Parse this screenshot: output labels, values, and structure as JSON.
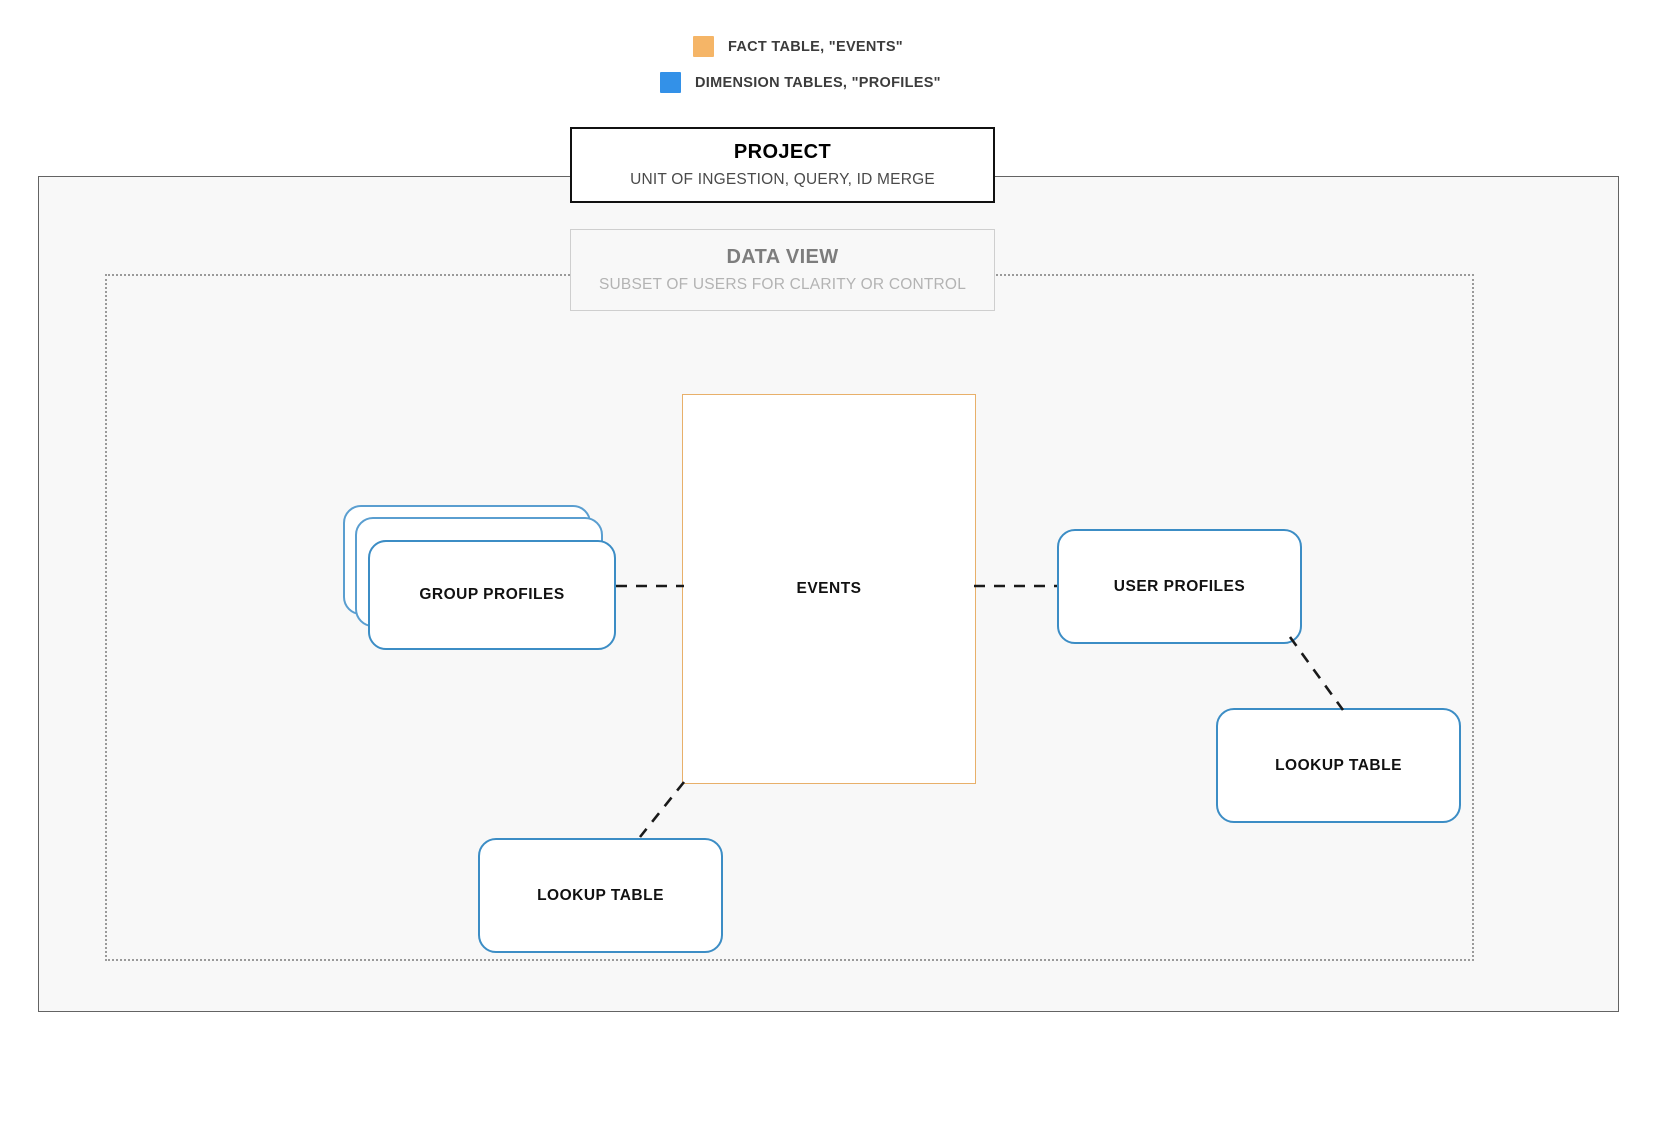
{
  "legend": {
    "items": [
      {
        "id": "fact-table",
        "label": "FACT TABLE, \"EVENTS\"",
        "color": "#f5b567",
        "swatch_name": "fact-table-color-swatch"
      },
      {
        "id": "dimension-tables",
        "label": "DIMENSION TABLES, \"PROFILES\"",
        "color": "#3391e8",
        "swatch_name": "dimension-tables-color-swatch"
      }
    ]
  },
  "project": {
    "title": "PROJECT",
    "subtitle": "UNIT OF INGESTION, QUERY, ID MERGE",
    "border_color": "#111111",
    "container_fill": "#f8f8f8",
    "container_border": "#636363"
  },
  "data_view": {
    "title": "DATA VIEW",
    "subtitle": "SUBSET OF USERS FOR CLARITY OR CONTROL",
    "border_color": "#cfcfcf",
    "title_color": "#7d7d7d",
    "subtitle_color": "#b3b3b3",
    "region_border_color": "#9a9a9a",
    "region_border_style": "dotted"
  },
  "nodes": {
    "events": {
      "label": "EVENTS",
      "type": "fact-table",
      "border_color": "#e8b06a",
      "fill": "#ffffff"
    },
    "group_profiles": {
      "label": "GROUP PROFILES",
      "type": "dimension-table",
      "stacked": true,
      "stack_count": 3,
      "border_color": "#3c8dc5",
      "fill": "#ffffff"
    },
    "user_profiles": {
      "label": "USER PROFILES",
      "type": "dimension-table",
      "stacked": false,
      "border_color": "#3c8dc5",
      "fill": "#ffffff"
    },
    "lookup_table_right": {
      "label": "LOOKUP TABLE",
      "type": "dimension-table",
      "stacked": false,
      "border_color": "#3c8dc5",
      "fill": "#ffffff"
    },
    "lookup_table_left": {
      "label": "LOOKUP TABLE",
      "type": "dimension-table",
      "stacked": false,
      "border_color": "#3c8dc5",
      "fill": "#ffffff"
    }
  },
  "connectors": {
    "style": "dashed",
    "color": "#1a1a1a",
    "edges": [
      {
        "id": "group-profiles-to-events",
        "from": "group_profiles",
        "to": "events"
      },
      {
        "id": "events-to-user-profiles",
        "from": "events",
        "to": "user_profiles"
      },
      {
        "id": "user-profiles-to-lookup-table-right",
        "from": "user_profiles",
        "to": "lookup_table_right"
      },
      {
        "id": "events-to-lookup-table-left",
        "from": "events",
        "to": "lookup_table_left"
      }
    ]
  }
}
